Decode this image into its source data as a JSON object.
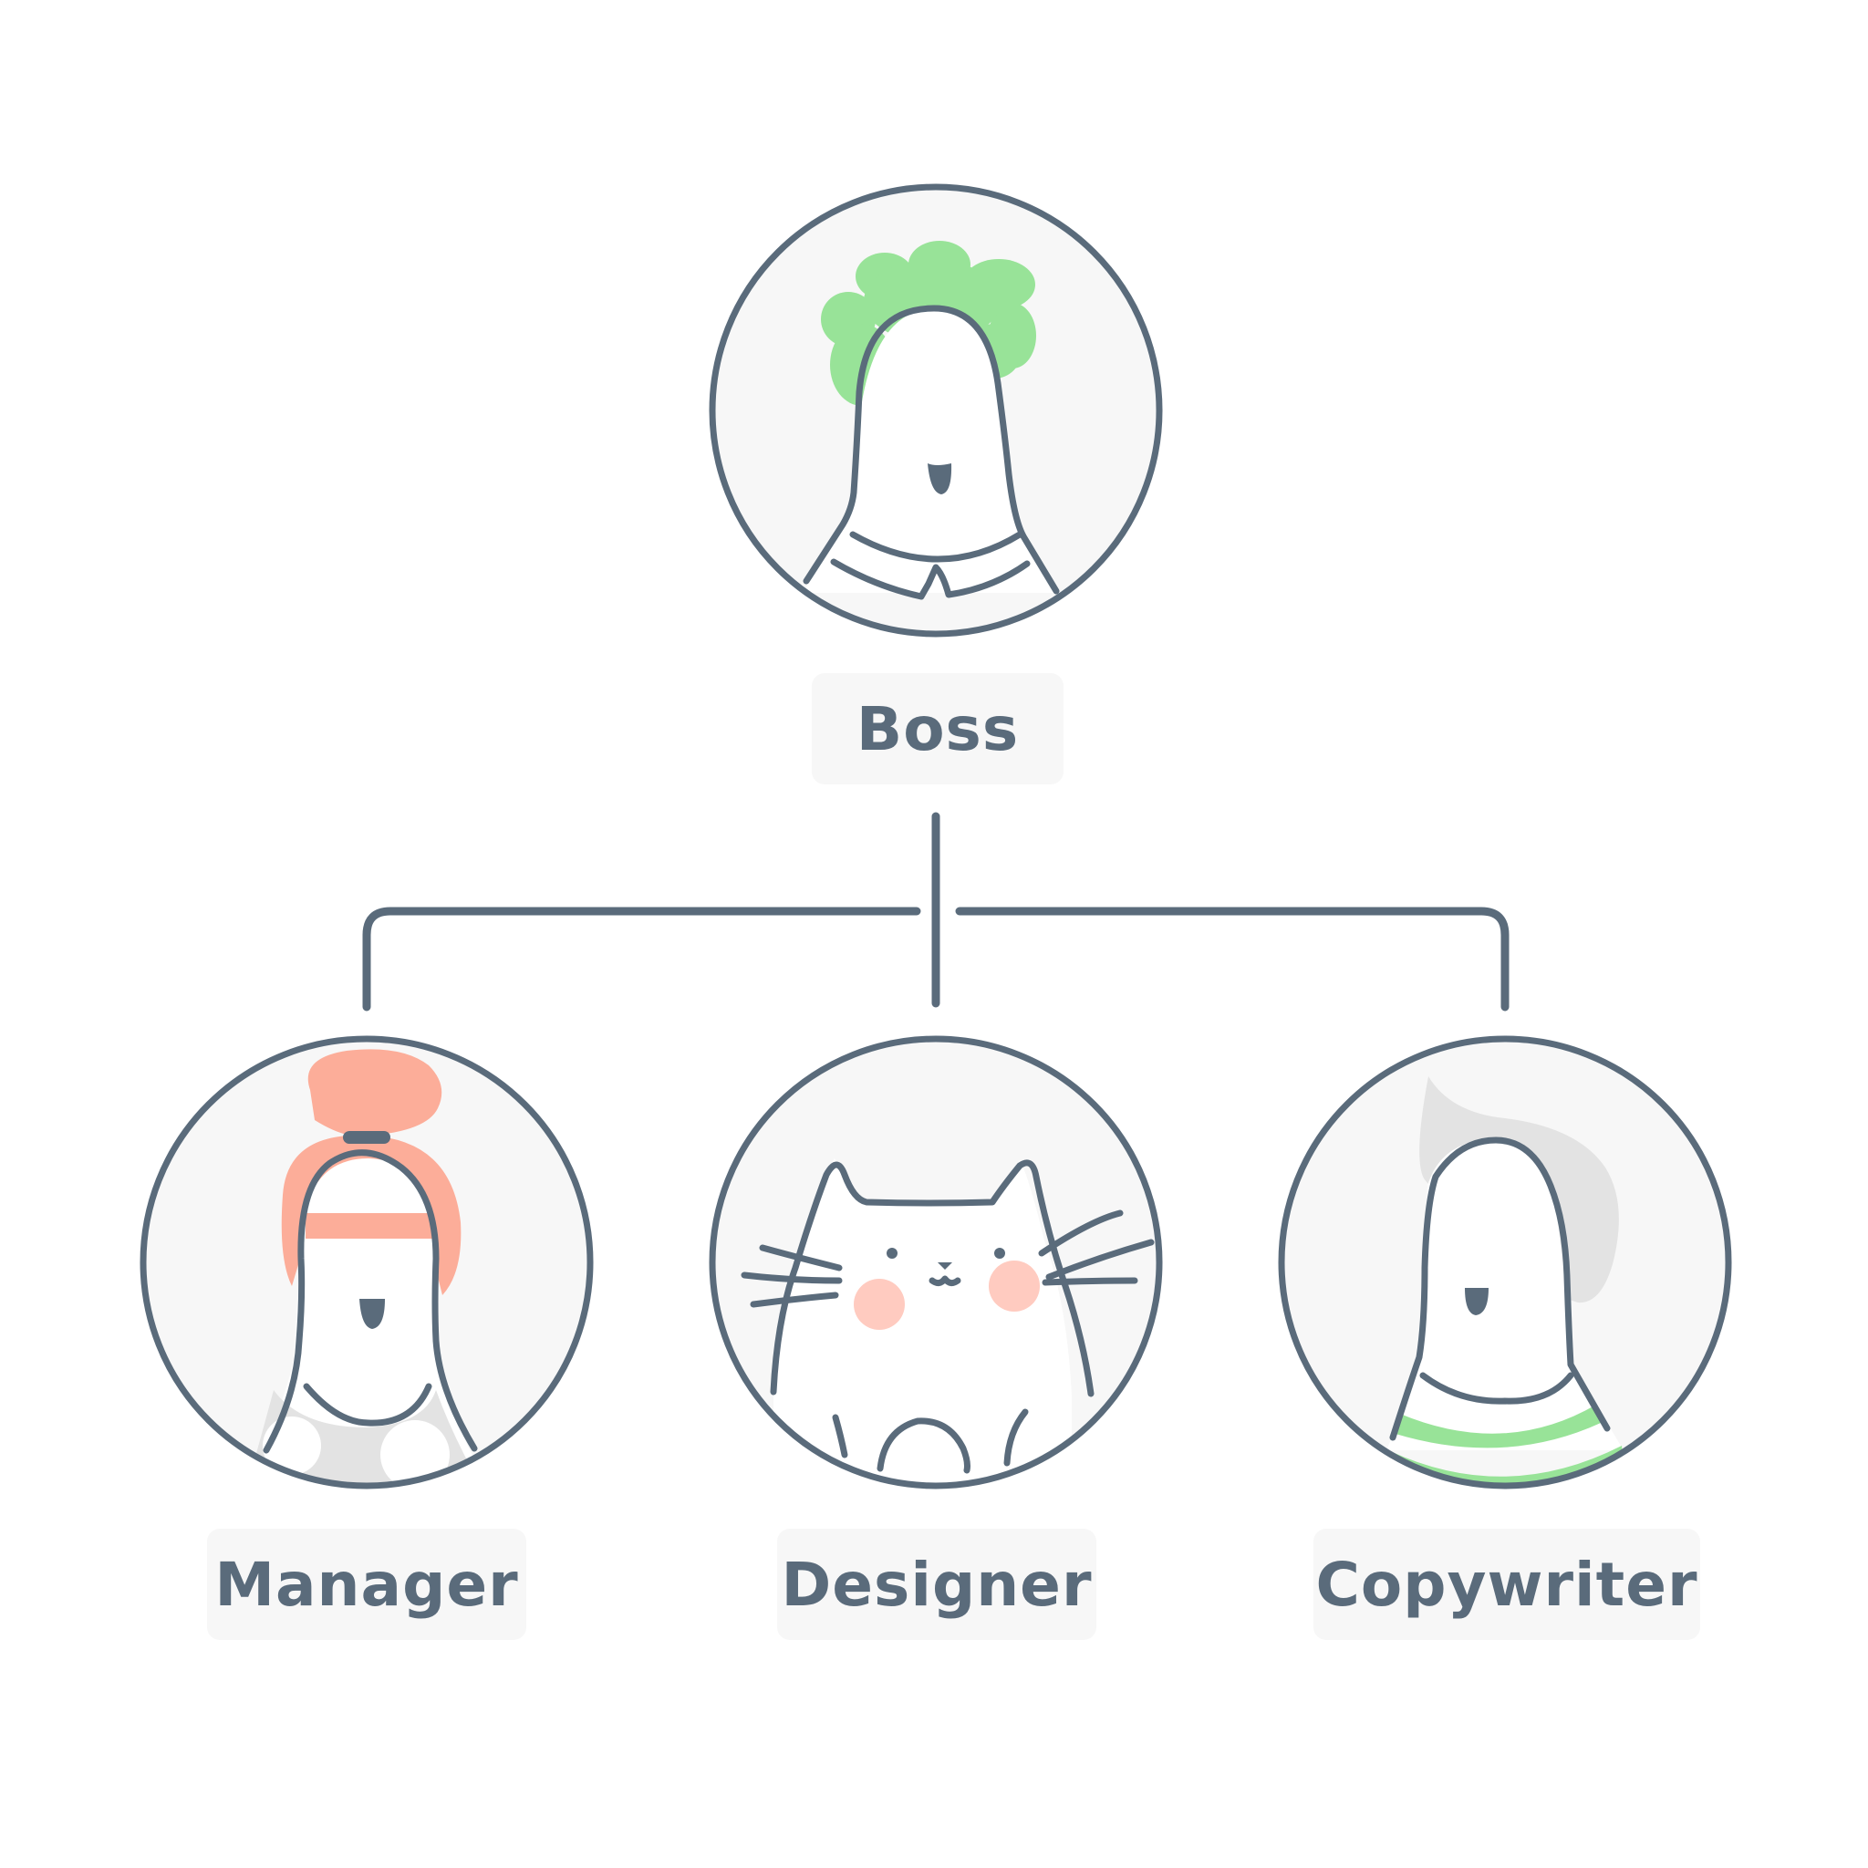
{
  "nodes": {
    "boss": {
      "label": "Boss"
    },
    "manager": {
      "label": "Manager"
    },
    "designer": {
      "label": "Designer"
    },
    "copywriter": {
      "label": "Copywriter"
    }
  },
  "edges": [
    {
      "from": "boss",
      "to": "manager"
    },
    {
      "from": "boss",
      "to": "designer"
    },
    {
      "from": "boss",
      "to": "copywriter"
    }
  ],
  "colors": {
    "line": "#5a6b7b",
    "circle_fill": "#f7f7f7",
    "boss_hair": "#98e398",
    "manager_hair": "#fcad99",
    "cat_cheeks": "#ffcbc0",
    "copywriter_hair": "#e3e3e3",
    "copywriter_stripes": "#98e398",
    "manager_shirt": "#e3e3e3"
  },
  "icons": [
    "boss-avatar-icon",
    "manager-avatar-icon",
    "designer-cat-icon",
    "copywriter-avatar-icon"
  ]
}
